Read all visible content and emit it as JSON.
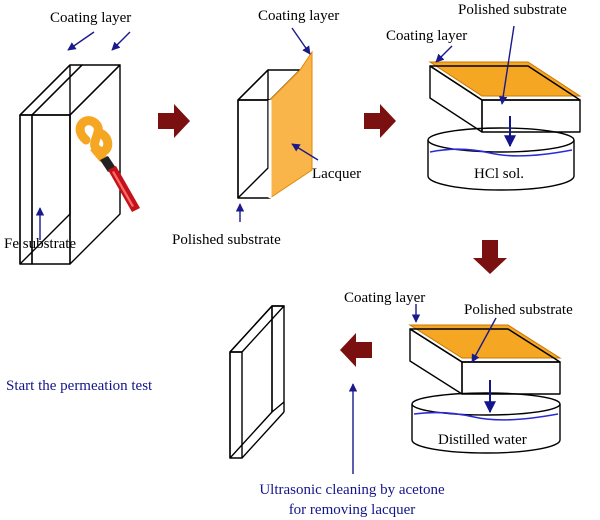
{
  "colors": {
    "coating": "#f5a623",
    "lacquer": "#f9b54a",
    "arrow_process": "#7b1010",
    "pointer": "#1a1a8c",
    "water": "#2b2bd6",
    "text_blue": "#14148c"
  },
  "step1": {
    "coating_label": "Coating layer",
    "substrate_label": "Fe substrate"
  },
  "step2": {
    "coating_label": "Coating layer",
    "lacquer_label": "Lacquer",
    "polished_label": "Polished substrate"
  },
  "step3": {
    "polished_label": "Polished substrate",
    "coating_label": "Coating layer",
    "solution_label": "HCl sol."
  },
  "step4": {
    "coating_label": "Coating layer",
    "polished_label": "Polished substrate",
    "solution_label": "Distilled water"
  },
  "step5": {
    "final_label": "Start the permeation test"
  },
  "cleaning_note": {
    "line1": "Ultrasonic cleaning by acetone",
    "line2": "for removing lacquer"
  },
  "icons": [
    "paint-brush-icon",
    "paint-stroke-icon",
    "process-arrow-icon"
  ]
}
